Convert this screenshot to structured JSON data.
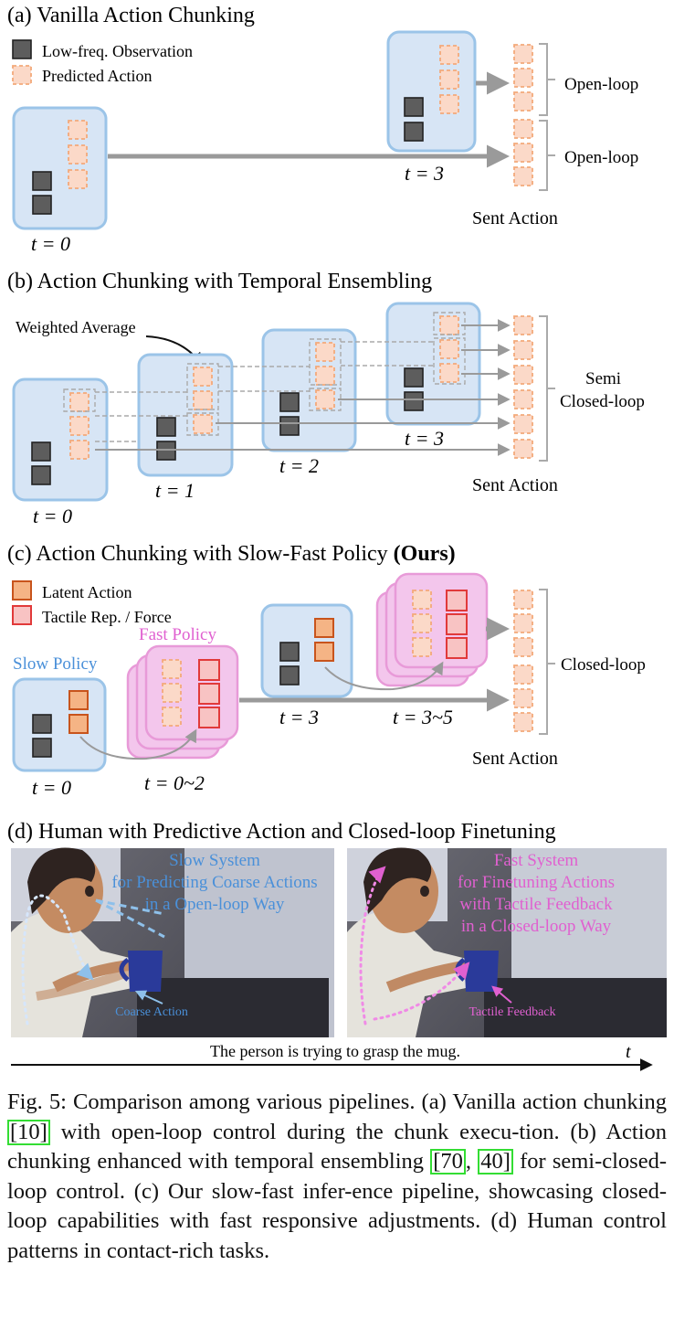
{
  "colors": {
    "obs_fill": "#5d5d5d",
    "pred_fill": "#fbd9c8",
    "pred_stroke": "#f3a97a",
    "latent_fill": "#f5b485",
    "latent_stroke": "#c8541c",
    "tactile_fill": "#f8c3c3",
    "tactile_stroke": "#e13a3a",
    "frame_fill": "#d7e5f5",
    "frame_stroke": "#9bc4e8",
    "fast_fill": "#f3c6ec",
    "fast_stroke": "#e89ad8",
    "slow_label": "#4a90d9",
    "fast_label": "#e060d0"
  },
  "panel_a": {
    "title": "(a) Vanilla Action Chunking",
    "legend_obs": "Low-freq. Observation",
    "legend_pred": "Predicted Action",
    "t0": "t = 0",
    "t3": "t = 3",
    "open_loop_1": "Open-loop",
    "open_loop_2": "Open-loop",
    "sent_action": "Sent Action"
  },
  "panel_b": {
    "title": "(b) Action Chunking with Temporal Ensembling",
    "weighted_average": "Weighted Average",
    "t0": "t = 0",
    "t1": "t = 1",
    "t2": "t = 2",
    "t3": "t = 3",
    "semi": "Semi",
    "closed_loop": "Closed-loop",
    "sent_action": "Sent Action"
  },
  "panel_c": {
    "title_prefix": "(c) Action Chunking with Slow-Fast Policy ",
    "title_bold": "(Ours)",
    "legend_latent": "Latent Action",
    "legend_tactile": "Tactile Rep. / Force",
    "slow_policy": "Slow Policy",
    "fast_policy": "Fast Policy",
    "t0": "t = 0",
    "t02": "t = 0~2",
    "t3": "t = 3",
    "t35": "t = 3~5",
    "closed_loop": "Closed-loop",
    "sent_action": "Sent Action"
  },
  "panel_d": {
    "title": "(d) Human with Predictive Action and Closed-loop Finetuning",
    "slow_1": "Slow System",
    "slow_2": "for Predicting Coarse Actions",
    "slow_3": "in a Open-loop Way",
    "fast_1": "Fast System",
    "fast_2": "for Finetuning Actions",
    "fast_3": "with Tactile Feedback",
    "fast_4": "in a Closed-loop Way",
    "coarse_action": "Coarse Action",
    "tactile_feedback": "Tactile Feedback",
    "timeline": "The person is trying to grasp the mug.",
    "t_label": "t"
  },
  "caption": {
    "p1": "Fig. 5: Comparison among various pipelines. (a) Vanilla action chunking ",
    "ref10": "[10]",
    "p2": " with open-loop control during the chunk execu-tion. (b) Action chunking enhanced with temporal ensembling ",
    "ref70": "[70",
    "p3": ", ",
    "ref40": "40]",
    "p4": " for semi-closed-loop control. (c) Our slow-fast infer-ence pipeline, showcasing closed-loop capabilities with fast responsive adjustments. (d) Human control patterns in contact-rich tasks."
  }
}
